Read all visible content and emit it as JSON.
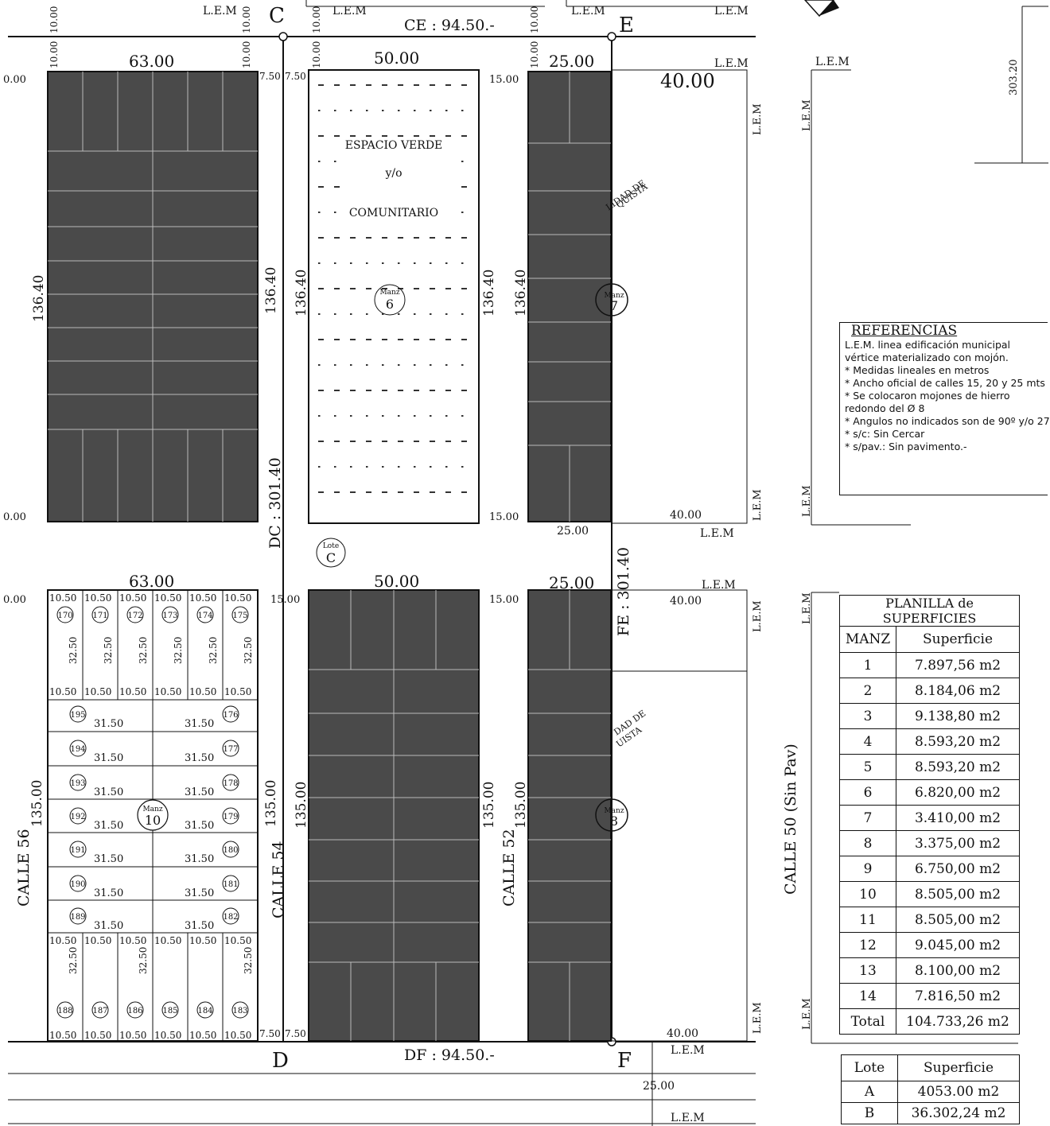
{
  "points": {
    "c": "C",
    "d": "D",
    "e": "E",
    "f": "F"
  },
  "lem": "L.E.M",
  "frontage": {
    "ce": "CE : 94.50.-",
    "df": "DF : 94.50.-",
    "dc": "DC : 301.40",
    "fe": "FE : 301.40"
  },
  "streets": {
    "calle56": "CALLE 56",
    "calle54": "CALLE 54",
    "calle52": "CALLE 52",
    "calle50": "CALLE 50 (Sin Pav)"
  },
  "dims": {
    "w63": "63.00",
    "w50": "50.00",
    "w25": "25.00",
    "w40": "40.00",
    "h13640": "136.40",
    "h13500": "135.00",
    "d1500": "15.00",
    "d1000": "10.00",
    "d750": "7.50",
    "d000": "0.00",
    "d30320": "303.20",
    "d2500": "25.00",
    "d1050": "10.50",
    "d3150": "31.50",
    "d3250": "32.50"
  },
  "manzanas": {
    "m6": "6",
    "m7": "7",
    "m8": "8",
    "m10": "10",
    "label": "Manz"
  },
  "lote_c": {
    "label": "Lote",
    "letter": "C"
  },
  "espacio_verde": {
    "line1": "ESPACIO VERDE",
    "line2": "y/o",
    "line3": "COMUNITARIO"
  },
  "partial_text": {
    "a1": "LIDAD DE",
    "a2": "QUISTA",
    "b1": "DAD DE",
    "b2": "UISTA"
  },
  "lots_top": [
    "170",
    "171",
    "172",
    "173",
    "174",
    "175"
  ],
  "lots_bottom": [
    "188",
    "187",
    "186",
    "185",
    "184",
    "183"
  ],
  "lots_left": [
    "195",
    "194",
    "193",
    "192",
    "191",
    "190",
    "189"
  ],
  "lots_right": [
    "176",
    "177",
    "178",
    "179",
    "180",
    "181",
    "182"
  ],
  "references": {
    "title": "REFERENCIAS",
    "items": [
      "L.E.M.   linea edificación municipal",
      "vértice materializado con mojón.",
      "* Medidas lineales en metros",
      "* Ancho oficial de calles 15, 20 y 25  mts",
      "* Se colocaron mojones de hierro",
      "  redondo del Ø 8",
      "* Angulos no indicados son de 90º y/o 27",
      "* s/c: Sin Cercar",
      "* s/pav.: Sin pavimento.-"
    ]
  },
  "superficies": {
    "title": "PLANILLA de SUPERFICIES",
    "headers": [
      "MANZ",
      "Superficie"
    ],
    "rows": [
      [
        "1",
        "7.897,56 m2"
      ],
      [
        "2",
        "8.184,06 m2"
      ],
      [
        "3",
        "9.138,80 m2"
      ],
      [
        "4",
        "8.593,20 m2"
      ],
      [
        "5",
        "8.593,20 m2"
      ],
      [
        "6",
        "6.820,00 m2"
      ],
      [
        "7",
        "3.410,00 m2"
      ],
      [
        "8",
        "3.375,00 m2"
      ],
      [
        "9",
        "6.750,00 m2"
      ],
      [
        "10",
        "8.505,00 m2"
      ],
      [
        "11",
        "8.505,00 m2"
      ],
      [
        "12",
        "9.045,00 m2"
      ],
      [
        "13",
        "8.100,00 m2"
      ],
      [
        "14",
        "7.816,50 m2"
      ],
      [
        "Total",
        "104.733,26 m2"
      ]
    ]
  },
  "lotes": {
    "headers": [
      "Lote",
      "Superficie"
    ],
    "rows": [
      [
        "A",
        "4053.00 m2"
      ],
      [
        "B",
        "36.302,24 m2"
      ]
    ]
  }
}
